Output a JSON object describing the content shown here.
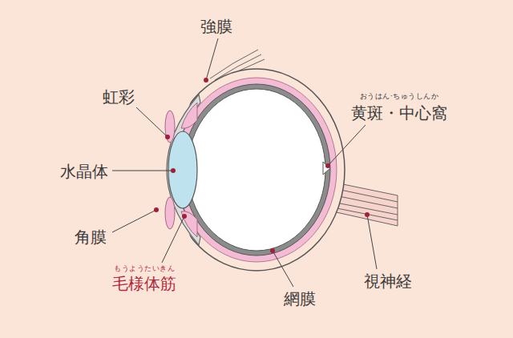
{
  "diagram": {
    "labels": [
      "強膜",
      "虹彩",
      "おうはん·ちゅうしんか",
      "黄斑・中心窩",
      "水晶体",
      "角膜",
      "もうようたいきん",
      "毛様体筋",
      "網膜",
      "視神経"
    ]
  }
}
